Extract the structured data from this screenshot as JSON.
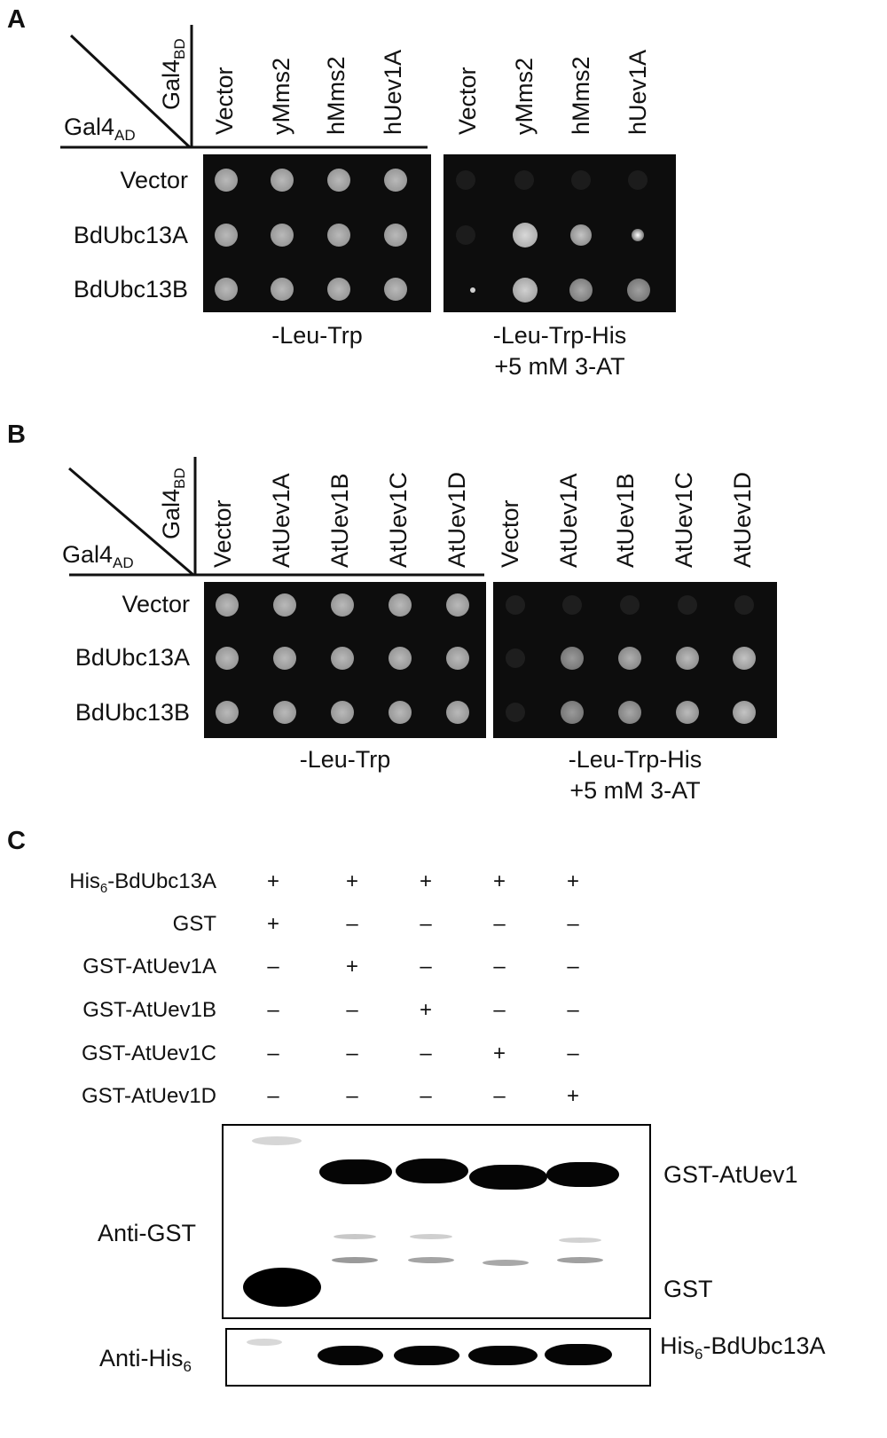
{
  "panelA": {
    "letter": "A",
    "bd_label": "Gal4",
    "bd_sub": "BD",
    "ad_label": "Gal4",
    "ad_sub": "AD",
    "columns": [
      "Vector",
      "yMms2",
      "hMms2",
      "hUev1A"
    ],
    "rows": [
      "Vector",
      "BdUbc13A",
      "BdUbc13B"
    ],
    "plate1_label": "-Leu-Trp",
    "plate2_label_line1": "-Leu-Trp-His",
    "plate2_label_line2": "+5 mM 3-AT"
  },
  "panelB": {
    "letter": "B",
    "bd_label": "Gal4",
    "bd_sub": "BD",
    "ad_label": "Gal4",
    "ad_sub": "AD",
    "columns": [
      "Vector",
      "AtUev1A",
      "AtUev1B",
      "AtUev1C",
      "AtUev1D"
    ],
    "rows": [
      "Vector",
      "BdUbc13A",
      "BdUbc13B"
    ],
    "plate1_label": "-Leu-Trp",
    "plate2_label_line1": "-Leu-Trp-His",
    "plate2_label_line2": "+5 mM 3-AT"
  },
  "panelC": {
    "letter": "C",
    "conditions": [
      {
        "label": "His",
        "sub": "6",
        "suffix": "-BdUbc13A",
        "signs": [
          "+",
          "+",
          "+",
          "+",
          "+"
        ]
      },
      {
        "label": "GST",
        "sub": "",
        "suffix": "",
        "signs": [
          "+",
          "–",
          "–",
          "–",
          "–"
        ]
      },
      {
        "label": "GST-AtUev1A",
        "sub": "",
        "suffix": "",
        "signs": [
          "–",
          "+",
          "–",
          "–",
          "–"
        ]
      },
      {
        "label": "GST-AtUev1B",
        "sub": "",
        "suffix": "",
        "signs": [
          "–",
          "–",
          "+",
          "–",
          "–"
        ]
      },
      {
        "label": "GST-AtUev1C",
        "sub": "",
        "suffix": "",
        "signs": [
          "–",
          "–",
          "–",
          "+",
          "–"
        ]
      },
      {
        "label": "GST-AtUev1D",
        "sub": "",
        "suffix": "",
        "signs": [
          "–",
          "–",
          "–",
          "–",
          "+"
        ]
      }
    ],
    "anti_gst": "Anti-GST",
    "anti_his": "Anti-His",
    "anti_his_sub": "6",
    "band_gst_atuev1": "GST-AtUev1",
    "band_gst": "GST",
    "band_his": "His",
    "band_his_sub": "6",
    "band_his_suffix": "-BdUbc13A"
  }
}
